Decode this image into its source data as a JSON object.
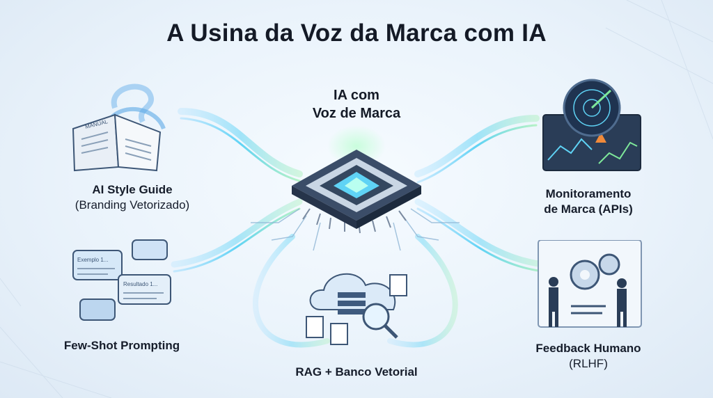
{
  "title": "A Usina da Voz da Marca com IA",
  "center": {
    "line1": "IA com",
    "line2": "Voz de Marca"
  },
  "nodes": {
    "style_guide": {
      "main": "AI Style Guide",
      "sub": "(Branding Vetorizado)",
      "icon": "manual-book-icon",
      "book_text": "MANUAL"
    },
    "few_shot": {
      "main": "Few-Shot Prompting",
      "icon": "chat-bubbles-icon",
      "bubble1": "Exemplo 1...",
      "bubble2": "Resultado 1..."
    },
    "rag": {
      "main": "RAG + Banco Vetorial",
      "icon": "cloud-database-icon"
    },
    "monitoring": {
      "main": "Monitoramento",
      "sub": "de Marca (APIs)",
      "icon": "radar-dashboard-icon"
    },
    "feedback": {
      "main": "Feedback Humano",
      "sub": "(RLHF)",
      "icon": "gears-people-icon"
    }
  },
  "colors": {
    "accent_cyan": "#5fd3f5",
    "accent_green": "#7ee89a",
    "chip": "#2c3e58",
    "bg": "#eaf3fb"
  }
}
